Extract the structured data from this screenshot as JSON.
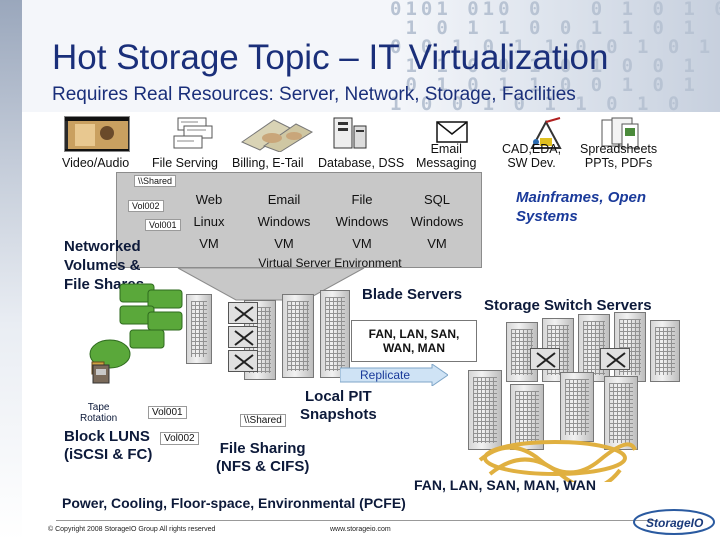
{
  "slide": {
    "title": "Hot Storage Topic – IT Virtualization",
    "subtitle": "Requires Real Resources: Server, Network, Storage, Facilities"
  },
  "apps": [
    {
      "label": "Video/Audio",
      "icon": "video-film-icon"
    },
    {
      "label": "File Serving",
      "icon": "file-folders-icon"
    },
    {
      "label": "Billing, E-Tail",
      "icon": "money-icon"
    },
    {
      "label": "Database, DSS",
      "icon": "database-server-icon"
    },
    {
      "label": "Email\nMessaging",
      "icon": "envelope-icon"
    },
    {
      "label": "CAD,EDA,\nSW Dev.",
      "icon": "cad-tools-icon"
    },
    {
      "label": "Spreadsheets\nPPTs, PDFs",
      "icon": "documents-icon"
    }
  ],
  "shared_panel": {
    "share_tag": "\\\\Shared",
    "vol002_tag": "Vol002",
    "vol001_tag": "Vol001",
    "row1": [
      "Web",
      "Email",
      "File",
      "SQL"
    ],
    "row2": [
      "Linux",
      "Windows",
      "Windows",
      "Windows"
    ],
    "row3": [
      "VM",
      "VM",
      "VM",
      "VM"
    ],
    "caption": "Virtual Server Environment"
  },
  "labels": {
    "networked_volumes": "Networked\nVolumes &\nFile Shares",
    "mainframes": "Mainframes, Open\nSystems",
    "blade_servers": "Blade Servers",
    "storage_switch_servers": "Storage Switch Servers",
    "fan_box": "FAN, LAN, SAN,\nWAN, MAN",
    "replicate": "Replicate",
    "tape_rotation": "Tape\nRotation",
    "vol001_lower": "Vol001",
    "vol002_lower": "Vol002",
    "block_luns": "Block LUNS\n(iSCSI & FC)",
    "shared_lower": "\\\\Shared",
    "local_pit": "Local PIT\nSnapshots",
    "file_sharing": "File Sharing\n(NFS & CIFS)",
    "fan_wan_bottom": "FAN, LAN, SAN, MAN, WAN",
    "pcfe": "Power, Cooling, Floor-space, Environmental (PCFE)"
  },
  "footer": {
    "copyright": "© Copyright 2008 StorageIO Group All rights reserved",
    "website": "www.storageio.com",
    "logo_text": "StorageIO"
  },
  "colors": {
    "title": "#1a2f7a",
    "accent_blue": "#1a3a9a",
    "panel_gray": "#c8c8c8",
    "fabric_gold": "#e0b040",
    "disk_green": "#5aa83a"
  }
}
